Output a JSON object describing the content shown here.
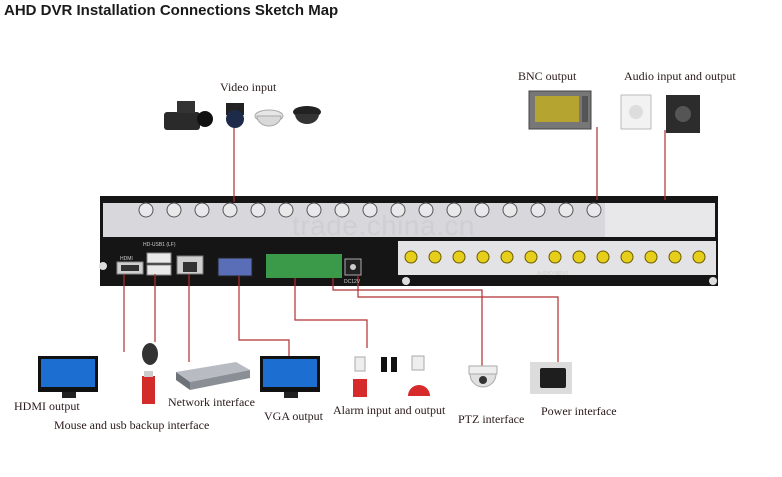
{
  "title": "AHD DVR Installation Connections Sketch Map",
  "watermark": "trade.china.cn",
  "labels": {
    "video_input": "Video input",
    "bnc_output": "BNC output",
    "audio_io": "Audio input and output",
    "hdmi_output": "HDMI output",
    "mouse_usb": "Mouse and usb backup interface",
    "network": "Network interface",
    "vga_output": "VGA output",
    "alarm_io": "Alarm input and output",
    "ptz": "PTZ interface",
    "power": "Power interface"
  },
  "panel_text": {
    "hdmi": "HDMI",
    "usb": "HD-USB1 (LF)",
    "audio_input": "AUDIO INPUT",
    "dc": "DC12V"
  },
  "colors": {
    "connector_line": "#b03030",
    "panel_body": "#1a1a1a",
    "bnc_gold": "#e6cf1a"
  },
  "icons": [
    "camcorder-icon",
    "dome-camera-icon",
    "speed-dome-icon",
    "ceiling-camera-icon",
    "bnc-monitor-icon",
    "speaker-icon",
    "monitor-icon",
    "mouse-icon",
    "usb-drive-icon",
    "network-switch-icon",
    "alarm-sensor-icon",
    "siren-icon",
    "ptz-camera-icon",
    "power-adapter-icon"
  ]
}
